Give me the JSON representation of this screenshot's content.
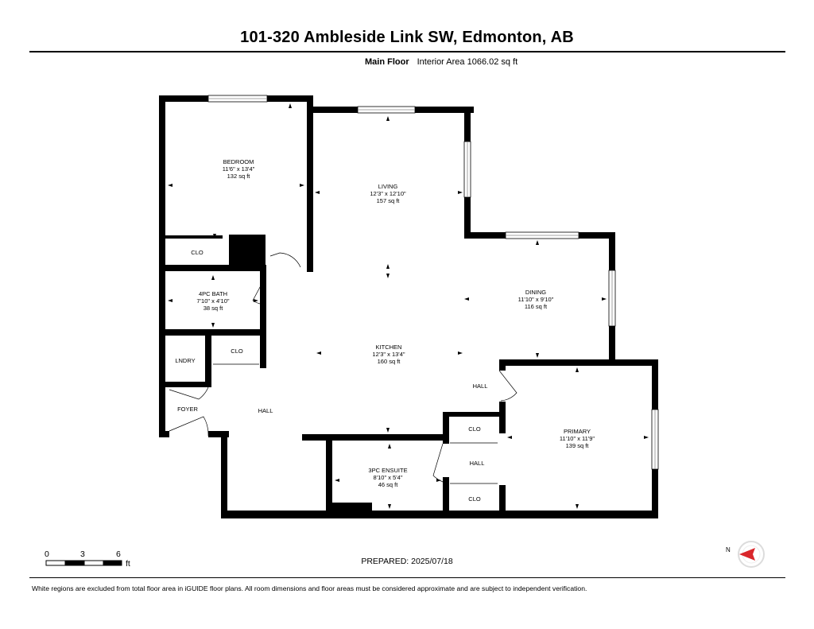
{
  "title": "101-320 Ambleside Link SW, Edmonton, AB",
  "floor": {
    "name": "Main Floor",
    "area_label": "Interior Area 1066.02 sq ft"
  },
  "rooms": {
    "bedroom": {
      "name": "BEDROOM",
      "dims": "11'6\" x 13'4\"",
      "area": "132 sq ft"
    },
    "living": {
      "name": "LIVING",
      "dims": "12'3\" x 12'10\"",
      "area": "157 sq ft"
    },
    "bath4": {
      "name": "4PC BATH",
      "dims": "7'10\" x 4'10\"",
      "area": "38 sq ft"
    },
    "dining": {
      "name": "DINING",
      "dims": "11'10\" x 9'10\"",
      "area": "116 sq ft"
    },
    "kitchen": {
      "name": "KITCHEN",
      "dims": "12'3\" x 13'4\"",
      "area": "160 sq ft"
    },
    "primary": {
      "name": "PRIMARY",
      "dims": "11'10\" x 11'9\"",
      "area": "139 sq ft"
    },
    "ensuite": {
      "name": "3PC ENSUITE",
      "dims": "8'10\" x 5'4\"",
      "area": "46 sq ft"
    }
  },
  "labels": {
    "clo_bedroom": "CLO",
    "clo_hall": "CLO",
    "lndry": "LNDRY",
    "foyer": "FOYER",
    "hall_main": "HALL",
    "hall_dining": "HALL",
    "clo_primary_top": "CLO",
    "hall_primary": "HALL",
    "clo_primary_bottom": "CLO"
  },
  "scale": {
    "ticks": [
      "0",
      "3",
      "6"
    ],
    "unit": "ft"
  },
  "compass": {
    "label": "N",
    "accent_color": "#d9262b"
  },
  "prepared": "PREPARED: 2025/07/18",
  "disclaimer": "White regions are excluded from total floor area in iGUIDE floor plans. All room dimensions and floor areas must be considered approximate and are subject to independent verification.",
  "colors": {
    "wall": "#000000",
    "background": "#ffffff",
    "window": "#bdbdbd"
  }
}
